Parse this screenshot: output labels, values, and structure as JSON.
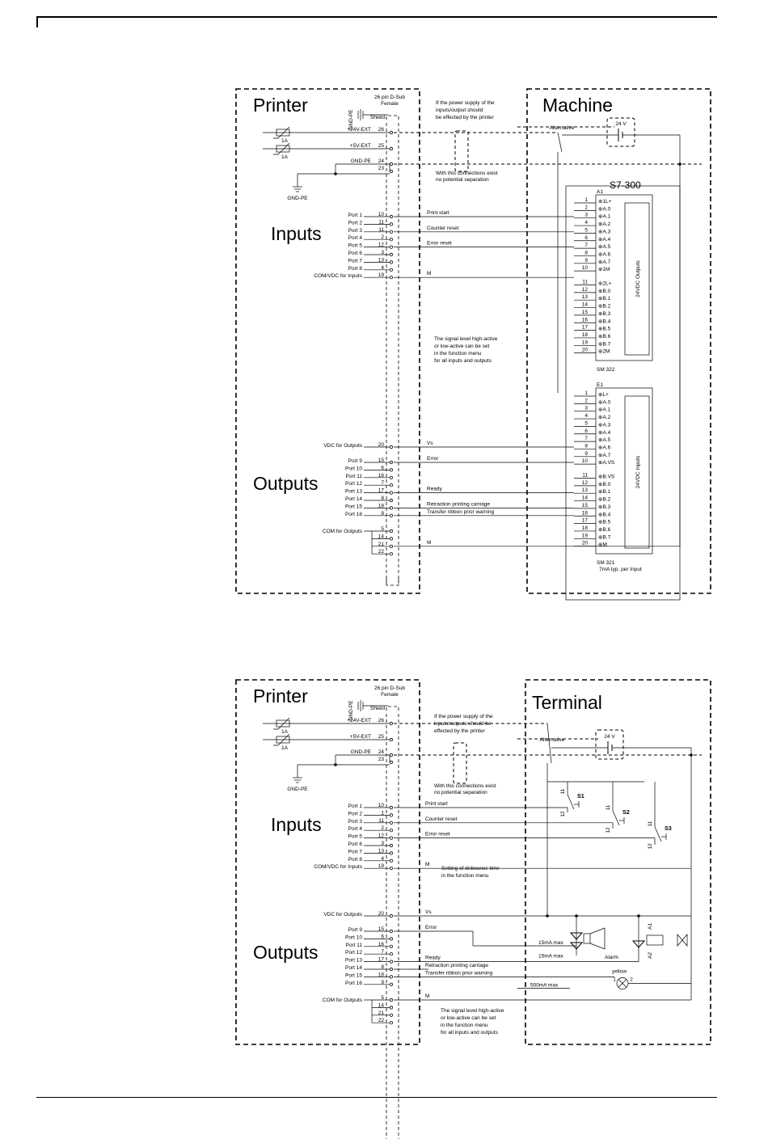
{
  "diagram1": {
    "left_title": "Printer",
    "right_title": "Machine",
    "connector": [
      "26 pin D-Sub",
      "Female"
    ],
    "shield": "Shield",
    "gnd_pe": "GND-PE",
    "power_rows": [
      {
        "label": "+24V-EXT",
        "pin": "26"
      },
      {
        "label": "+5V-EXT",
        "pin": "25"
      },
      {
        "label": "GND-PE",
        "pin": "24"
      },
      {
        "label": "",
        "pin": "23"
      }
    ],
    "fuse": "1A",
    "note_power": [
      "If the power supply of the",
      "inputs/output should",
      "be effected by the printer"
    ],
    "alternative": "Alternative",
    "note_connection": [
      "With this connections exist",
      "no potential separation"
    ],
    "supply": "24 V",
    "section_inputs": "Inputs",
    "section_outputs": "Outputs",
    "inputs": [
      {
        "label": "Port 1",
        "pin": "10",
        "signal": "Print start"
      },
      {
        "label": "Port 2",
        "pin": "11",
        "signal": ""
      },
      {
        "label": "Port 3",
        "pin": "11",
        "signal": "Counter reset"
      },
      {
        "label": "Port 4",
        "pin": "2",
        "signal": ""
      },
      {
        "label": "Port 5",
        "pin": "12",
        "signal": "Error reset"
      },
      {
        "label": "Port 6",
        "pin": "3",
        "signal": ""
      },
      {
        "label": "Port 7",
        "pin": "13",
        "signal": ""
      },
      {
        "label": "Port 8",
        "pin": "4",
        "signal": ""
      },
      {
        "label": "COM/VDC for Inputs",
        "pin": "19",
        "signal": "M"
      }
    ],
    "outputs": [
      {
        "label": "VDC for Outputs",
        "pin": "20",
        "signal": "Vs"
      },
      {
        "label": "Port 9",
        "pin": "15",
        "signal": "Error"
      },
      {
        "label": "Port 10",
        "pin": "6",
        "signal": ""
      },
      {
        "label": "Port 11",
        "pin": "16",
        "signal": ""
      },
      {
        "label": "Port 12",
        "pin": "7",
        "signal": ""
      },
      {
        "label": "Port 13",
        "pin": "17",
        "signal": "Ready"
      },
      {
        "label": "Port 14",
        "pin": "8",
        "signal": ""
      },
      {
        "label": "Port 15",
        "pin": "18",
        "signal": "Retraction printing carriage"
      },
      {
        "label": "Port 16",
        "pin": "9",
        "signal": "Transfer ribbon prior warning"
      }
    ],
    "com_outputs": {
      "label": "COM for Outputs",
      "pins": [
        "5",
        "14",
        "21",
        "22"
      ],
      "signal": "M"
    },
    "note_signal": [
      "The signal level high-active",
      "or low-active can be set",
      "in the function menu",
      "for all inputs and outputs"
    ],
    "plc": "S7-300",
    "module1": {
      "name": "A1",
      "footer": "SM 322",
      "side": "24VDC Outputs",
      "rows": [
        {
          "n": "1",
          "t": "1L+"
        },
        {
          "n": "2",
          "t": "A.0"
        },
        {
          "n": "3",
          "t": "A.1"
        },
        {
          "n": "4",
          "t": "A.2"
        },
        {
          "n": "5",
          "t": "A.3"
        },
        {
          "n": "6",
          "t": "A.4"
        },
        {
          "n": "7",
          "t": "A.5"
        },
        {
          "n": "8",
          "t": "A.6"
        },
        {
          "n": "9",
          "t": "A.7"
        },
        {
          "n": "10",
          "t": "1M"
        },
        {
          "n": "11",
          "t": "2L+"
        },
        {
          "n": "12",
          "t": "B.0"
        },
        {
          "n": "13",
          "t": "B.1"
        },
        {
          "n": "14",
          "t": "B.2"
        },
        {
          "n": "15",
          "t": "B.3"
        },
        {
          "n": "16",
          "t": "B.4"
        },
        {
          "n": "17",
          "t": "B.5"
        },
        {
          "n": "18",
          "t": "B.6"
        },
        {
          "n": "19",
          "t": "B.7"
        },
        {
          "n": "20",
          "t": "2M"
        }
      ]
    },
    "module2": {
      "name": "E1",
      "footer": "SM 321",
      "footer2": "7mA typ. per Input",
      "side": "24VDC Inputs",
      "rows": [
        {
          "n": "1",
          "t": "L+"
        },
        {
          "n": "2",
          "t": "A.0"
        },
        {
          "n": "3",
          "t": "A.1"
        },
        {
          "n": "4",
          "t": "A.2"
        },
        {
          "n": "5",
          "t": "A.3"
        },
        {
          "n": "6",
          "t": "A.4"
        },
        {
          "n": "7",
          "t": "A.5"
        },
        {
          "n": "8",
          "t": "A.6"
        },
        {
          "n": "9",
          "t": "A.7"
        },
        {
          "n": "10",
          "t": "A.VS"
        },
        {
          "n": "11",
          "t": "B.VS"
        },
        {
          "n": "12",
          "t": "B.0"
        },
        {
          "n": "13",
          "t": "B.1"
        },
        {
          "n": "14",
          "t": "B.2"
        },
        {
          "n": "15",
          "t": "B.3"
        },
        {
          "n": "16",
          "t": "B.4"
        },
        {
          "n": "17",
          "t": "B.5"
        },
        {
          "n": "18",
          "t": "B.6"
        },
        {
          "n": "19",
          "t": "B.7"
        },
        {
          "n": "20",
          "t": "M"
        }
      ]
    }
  },
  "diagram2": {
    "left_title": "Printer",
    "right_title": "Terminal",
    "connector": [
      "26 pin D-Sub",
      "Female"
    ],
    "shield": "Shield",
    "gnd_pe": "GND-PE",
    "power_rows": [
      {
        "label": "+24V-EXT",
        "pin": "26"
      },
      {
        "label": "+5V-EXT",
        "pin": "25"
      },
      {
        "label": "GND-PE",
        "pin": "24"
      },
      {
        "label": "",
        "pin": "23"
      }
    ],
    "fuse": "1A",
    "note_power": [
      "If the power supply of the",
      "inputs/outputs should be",
      "effected by the printer"
    ],
    "alternative": "Alternative",
    "note_connection": [
      "With this connections exist",
      "no potential separation"
    ],
    "supply": "24 V",
    "section_inputs": "Inputs",
    "section_outputs": "Outputs",
    "inputs": [
      {
        "label": "Port 1",
        "pin": "10",
        "signal": "Print start"
      },
      {
        "label": "Port 2",
        "pin": "1",
        "signal": ""
      },
      {
        "label": "Port 3",
        "pin": "11",
        "signal": "Counter reset"
      },
      {
        "label": "Port 4",
        "pin": "2",
        "signal": ""
      },
      {
        "label": "Port 5",
        "pin": "12",
        "signal": "Error reset"
      },
      {
        "label": "Port 6",
        "pin": "3",
        "signal": ""
      },
      {
        "label": "Port 7",
        "pin": "13",
        "signal": ""
      },
      {
        "label": "Port 8",
        "pin": "4",
        "signal": ""
      },
      {
        "label": "COM/VDC for Inputs",
        "pin": "19",
        "signal": "M"
      }
    ],
    "outputs": [
      {
        "label": "VDC for Outputs",
        "pin": "20",
        "signal": "Vs"
      },
      {
        "label": "Port 9",
        "pin": "15",
        "signal": "Error"
      },
      {
        "label": "Port 10",
        "pin": "6",
        "signal": ""
      },
      {
        "label": "Port 11",
        "pin": "16",
        "signal": ""
      },
      {
        "label": "Port 12",
        "pin": "7",
        "signal": ""
      },
      {
        "label": "Port 13",
        "pin": "17",
        "signal": "Ready"
      },
      {
        "label": "Port 14",
        "pin": "8",
        "signal": "Retraction printing carriage"
      },
      {
        "label": "Port 15",
        "pin": "18",
        "signal": "Transfer ribbon prior warning"
      },
      {
        "label": "Port 16",
        "pin": "9",
        "signal": ""
      }
    ],
    "com_outputs": {
      "label": "COM for Outputs",
      "pins": [
        "5",
        "14",
        "21",
        "22"
      ],
      "signal": "M"
    },
    "note_debounce": [
      "Setting of debounce time",
      "in the function menu"
    ],
    "note_signal": [
      "The signal level high-active",
      "or low-active can be set",
      "in the function menu",
      "for all inputs and outputs"
    ],
    "switches": [
      {
        "name": "S1",
        "a": "11",
        "b": "12"
      },
      {
        "name": "S2",
        "a": "11",
        "b": "12"
      },
      {
        "name": "S3",
        "a": "11",
        "b": "12"
      }
    ],
    "alarm": "Alarm",
    "relay": [
      "A1",
      "A2"
    ],
    "lamp": {
      "name": "yellow",
      "a": "1",
      "b": "2"
    },
    "current1": "15mA max",
    "current2": "15mA max",
    "current3": "500mA max"
  }
}
